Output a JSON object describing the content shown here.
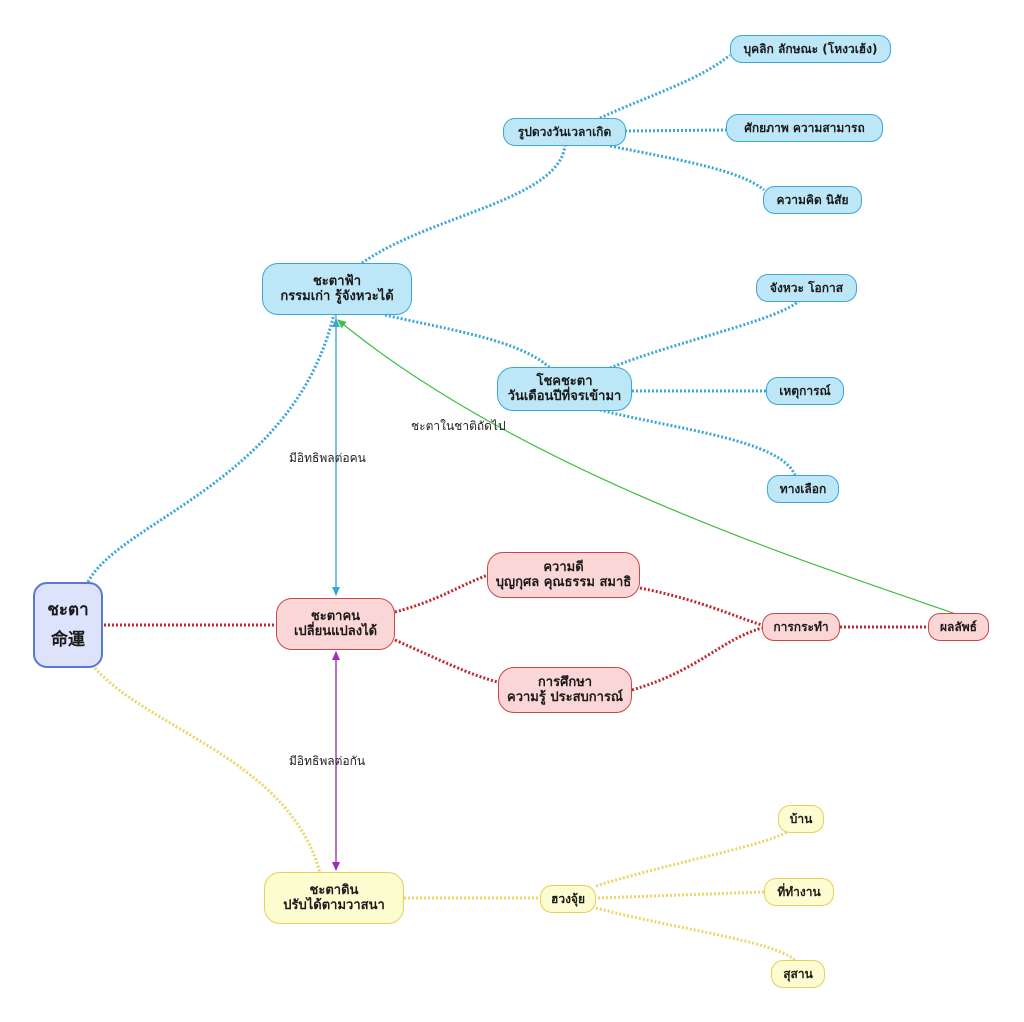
{
  "root": {
    "line1": "ชะตา",
    "line2": "命運"
  },
  "heaven": {
    "line1": "ชะตาฟ้า",
    "line2": "กรรมเก่า รู้จังหวะได้"
  },
  "birth": {
    "label": "รูปดวงวันเวลาเกิด"
  },
  "personality": {
    "label": "บุคลิก ลักษณะ (โหงวเฮ้ง)"
  },
  "potential": {
    "label": "ศักยภาพ ความสามารถ"
  },
  "thinking": {
    "label": "ความคิด นิสัย"
  },
  "luck": {
    "line1": "โชคชะตา",
    "line2": "วันเดือนปีที่จรเข้ามา"
  },
  "timing": {
    "label": "จังหวะ โอกาส"
  },
  "events": {
    "label": "เหตุการณ์"
  },
  "choices": {
    "label": "ทางเลือก"
  },
  "human": {
    "line1": "ชะตาคน",
    "line2": "เปลี่ยนแปลงได้"
  },
  "goodness": {
    "line1": "ความดี",
    "line2": "บุญกุศล คุณธรรม สมาธิ"
  },
  "education": {
    "line1": "การศึกษา",
    "line2": "ความรู้ ประสบการณ์"
  },
  "action": {
    "label": "การกระทำ"
  },
  "result": {
    "label": "ผลลัพธ์"
  },
  "earth": {
    "line1": "ชะตาดิน",
    "line2": "ปรับได้ตามวาสนา"
  },
  "fengshui": {
    "label": "ฮวงจุ้ย"
  },
  "house": {
    "label": "บ้าน"
  },
  "workplace": {
    "label": "ที่ทำงาน"
  },
  "cemetery": {
    "label": "สุสาน"
  },
  "edges": {
    "influence_person": "มีอิทธิพลต่อคน",
    "influence_each_other": "มีอิทธิพลต่อกัน",
    "next_life": "ชะตาในชาติถัดไป"
  },
  "colors": {
    "blue_line": "#3aa7d8",
    "red_line": "#c0282c",
    "yellow_line": "#ecd668",
    "green_arrow": "#3fbf3f",
    "purple_arrow": "#9b2fb5"
  }
}
